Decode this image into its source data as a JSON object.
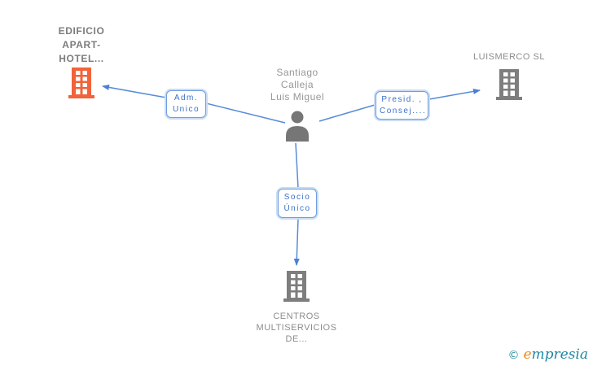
{
  "entities": {
    "top_left": {
      "lines": [
        "EDIFICIO",
        "APART-",
        "HOTEL..."
      ]
    },
    "top_right": {
      "name": "LUISMERCO SL"
    },
    "center": {
      "lines": [
        "Santiago",
        "Calleja",
        "Luis Miguel"
      ]
    },
    "bottom": {
      "lines": [
        "CENTROS",
        "MULTISERVICIOS",
        "DE..."
      ]
    }
  },
  "relations": {
    "adm": {
      "lines": [
        "Adm.",
        "Unico"
      ]
    },
    "presid": {
      "lines": [
        "Presid. ,",
        "Consej...."
      ]
    },
    "socio": {
      "lines": [
        "Socio",
        "Único"
      ]
    }
  },
  "footer": {
    "copyright": "©",
    "brand_first": "e",
    "brand_rest": "mpresia"
  },
  "colors": {
    "connector_blue": "#568cd8",
    "relation_border_blue": "#6f9ede",
    "relation_text_blue": "#3b72c8",
    "building_orange": "#f1633a",
    "building_gray": "#7e7e7e",
    "entity_text_gray": "#8d8d8d",
    "brand_teal": "#1e87a2",
    "brand_orange": "#ee8a1f"
  }
}
